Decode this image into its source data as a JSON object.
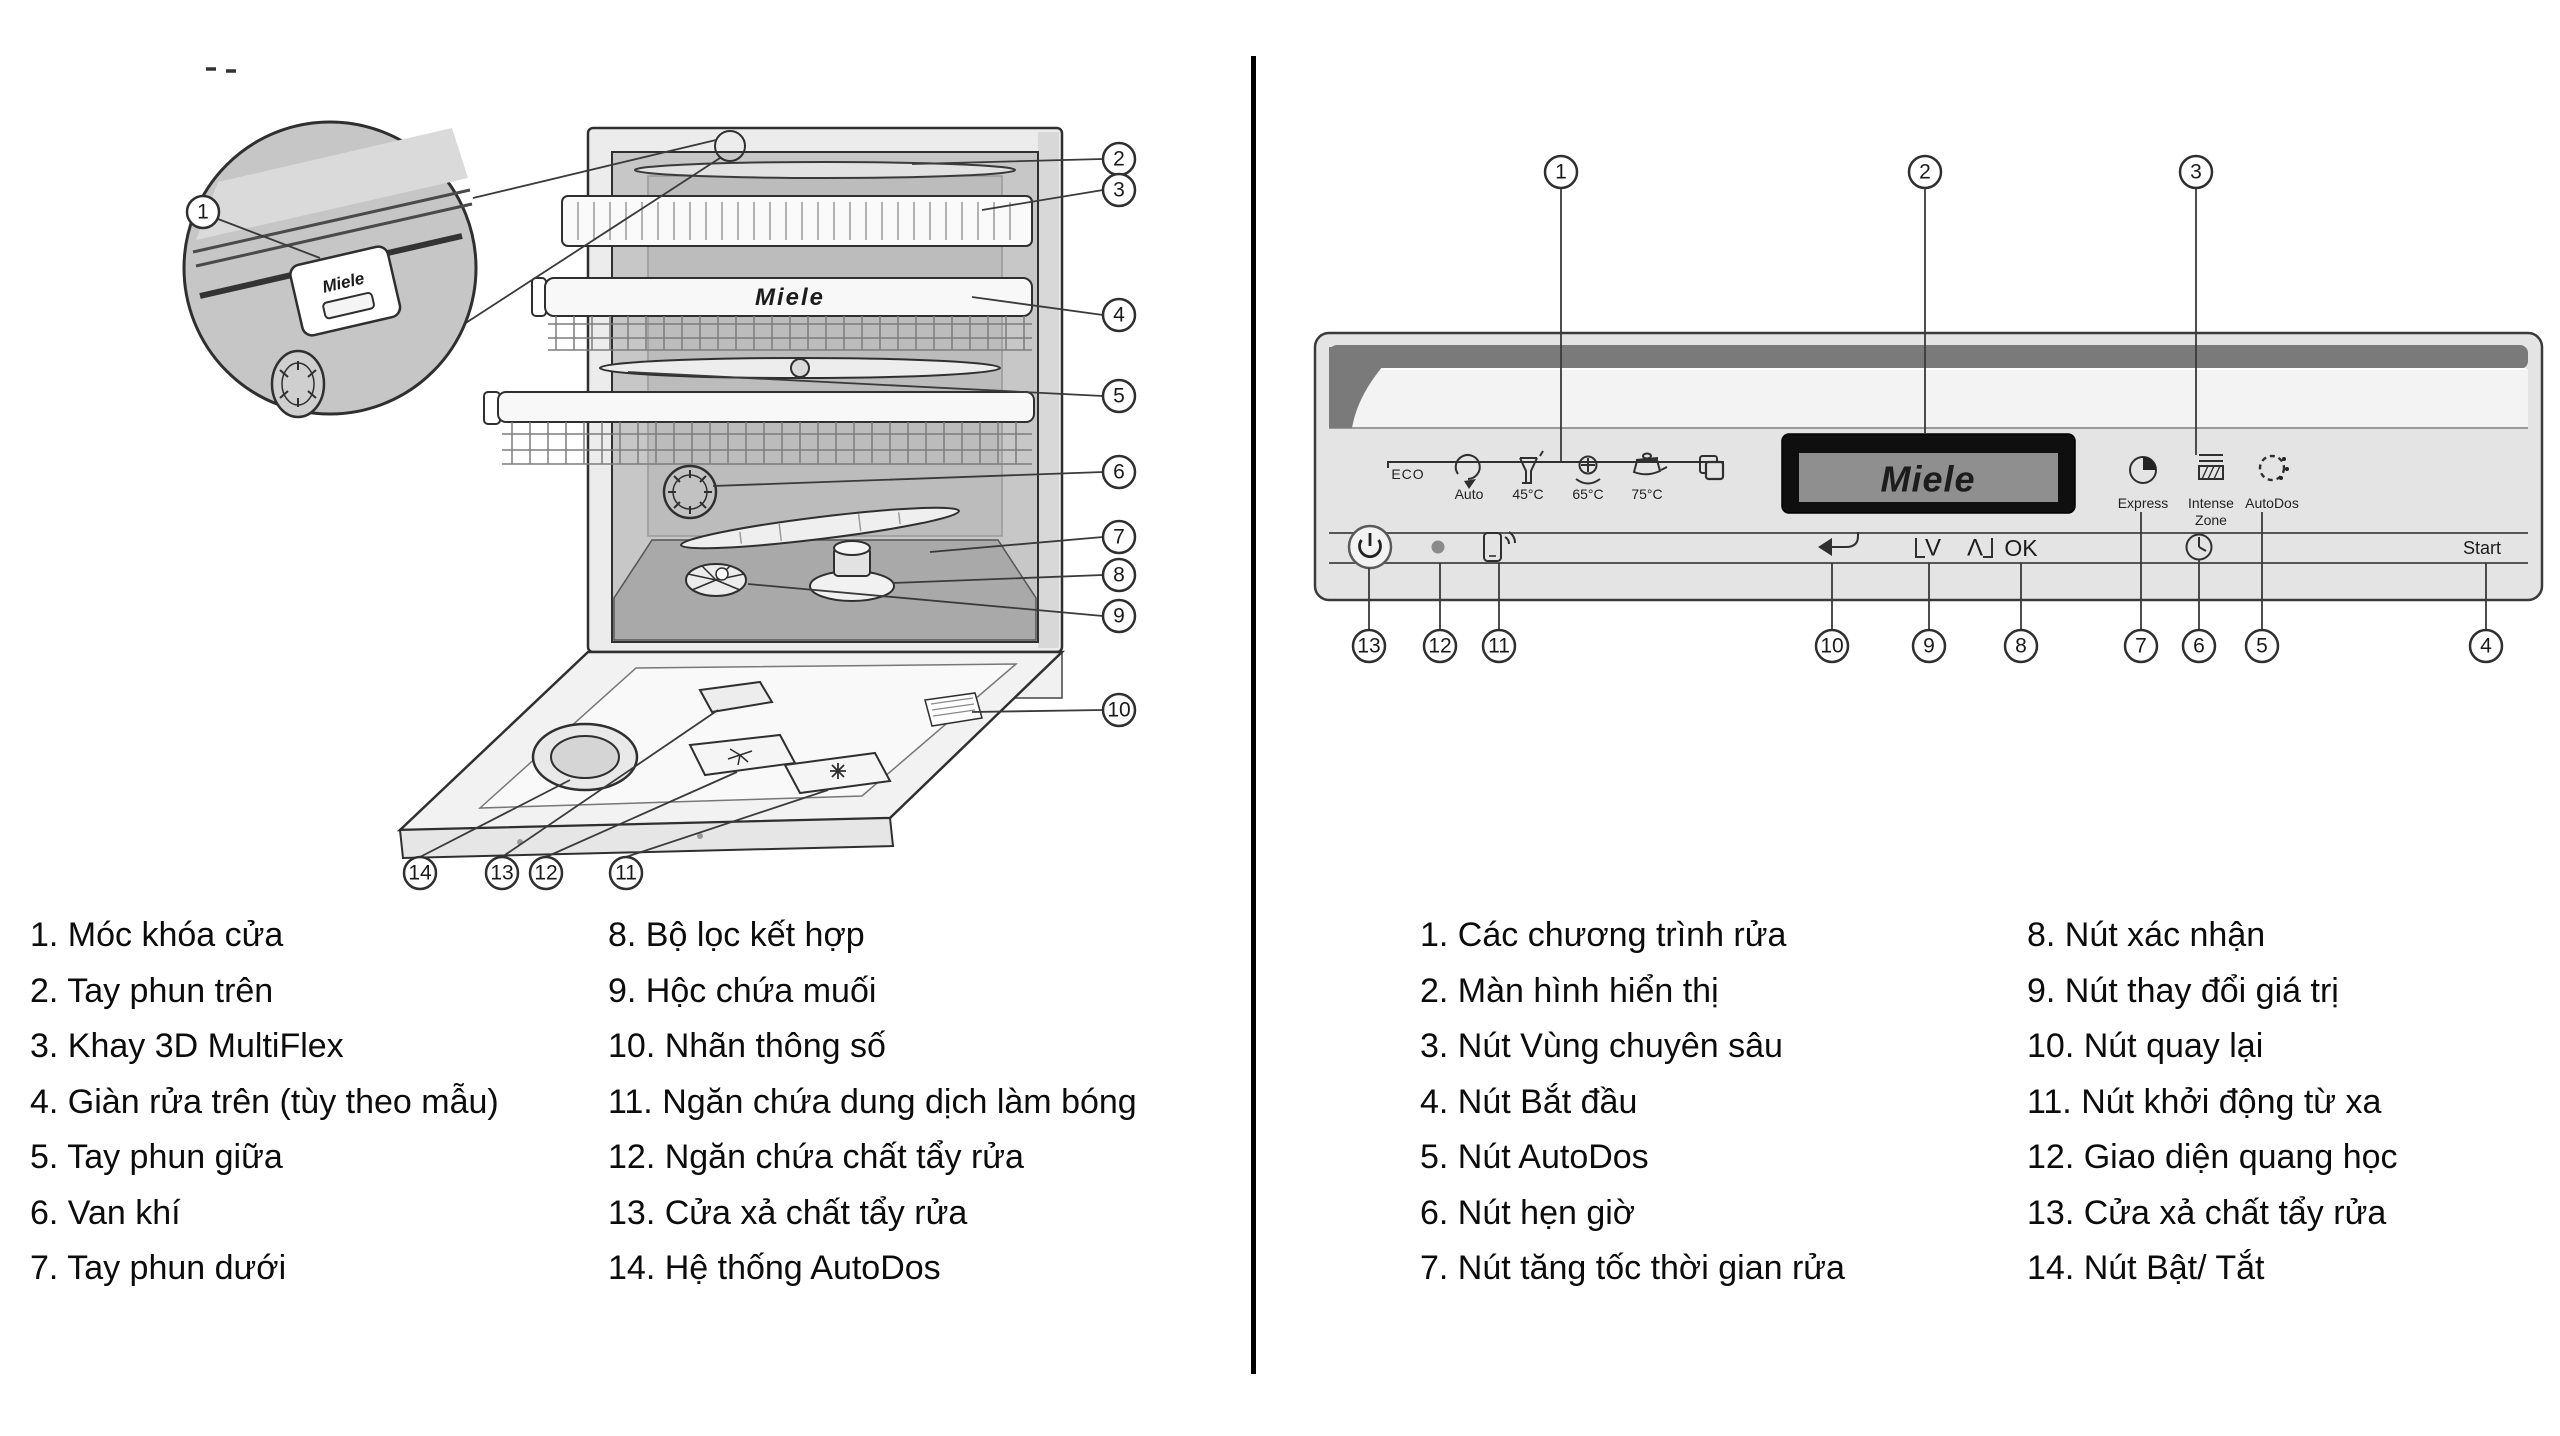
{
  "brand": "Miele",
  "left_diagram": {
    "basket_logo": "Miele",
    "lock_logo": "Miele",
    "callouts": [
      "1",
      "2",
      "3",
      "4",
      "5",
      "6",
      "7",
      "8",
      "9",
      "10",
      "11",
      "12",
      "13",
      "14"
    ]
  },
  "panel": {
    "display_logo": "Miele",
    "programs": {
      "eco": "ECO",
      "auto": "Auto",
      "t45": "45°C",
      "t65": "65°C",
      "t75": "75°C"
    },
    "options": {
      "express": "Express",
      "intense_line1": "Intense",
      "intense_line2": "Zone",
      "autodos": "AutoDos"
    },
    "buttons": {
      "down": "V",
      "up": "Λ",
      "ok": "OK",
      "start": "Start"
    },
    "callouts_top": [
      "1",
      "2",
      "3"
    ],
    "callouts_bottom": [
      "13",
      "12",
      "11",
      "10",
      "9",
      "8",
      "7",
      "6",
      "5",
      "4"
    ]
  },
  "legends": {
    "left": {
      "items": [
        "1. Móc khóa cửa",
        "2. Tay phun trên",
        "3. Khay 3D MultiFlex",
        "4. Giàn rửa trên (tùy theo mẫu)",
        "5. Tay phun giữa",
        "6. Van khí",
        "7. Tay phun dưới",
        "8. Bộ lọc kết hợp",
        "9. Hộc chứa muối",
        "10. Nhãn thông số",
        "11. Ngăn chứa dung dịch làm bóng",
        "12. Ngăn chứa chất tẩy rửa",
        "13. Cửa xả chất tẩy rửa",
        "14. Hệ thống AutoDos"
      ]
    },
    "right": {
      "items": [
        "1. Các chương trình rửa",
        "2. Màn hình hiển thị",
        "3. Nút Vùng chuyên sâu",
        "4. Nút Bắt đầu",
        "5. Nút AutoDos",
        "6. Nút hẹn giờ",
        "7. Nút tăng tốc thời gian rửa",
        "8. Nút xác nhận",
        "9. Nút thay đổi giá trị",
        "10. Nút quay lại",
        "11. Nút khởi động từ xa",
        "12. Giao diện quang học",
        "13. Cửa xả chất tẩy rửa",
        "14. Nút Bật/ Tắt"
      ]
    }
  }
}
